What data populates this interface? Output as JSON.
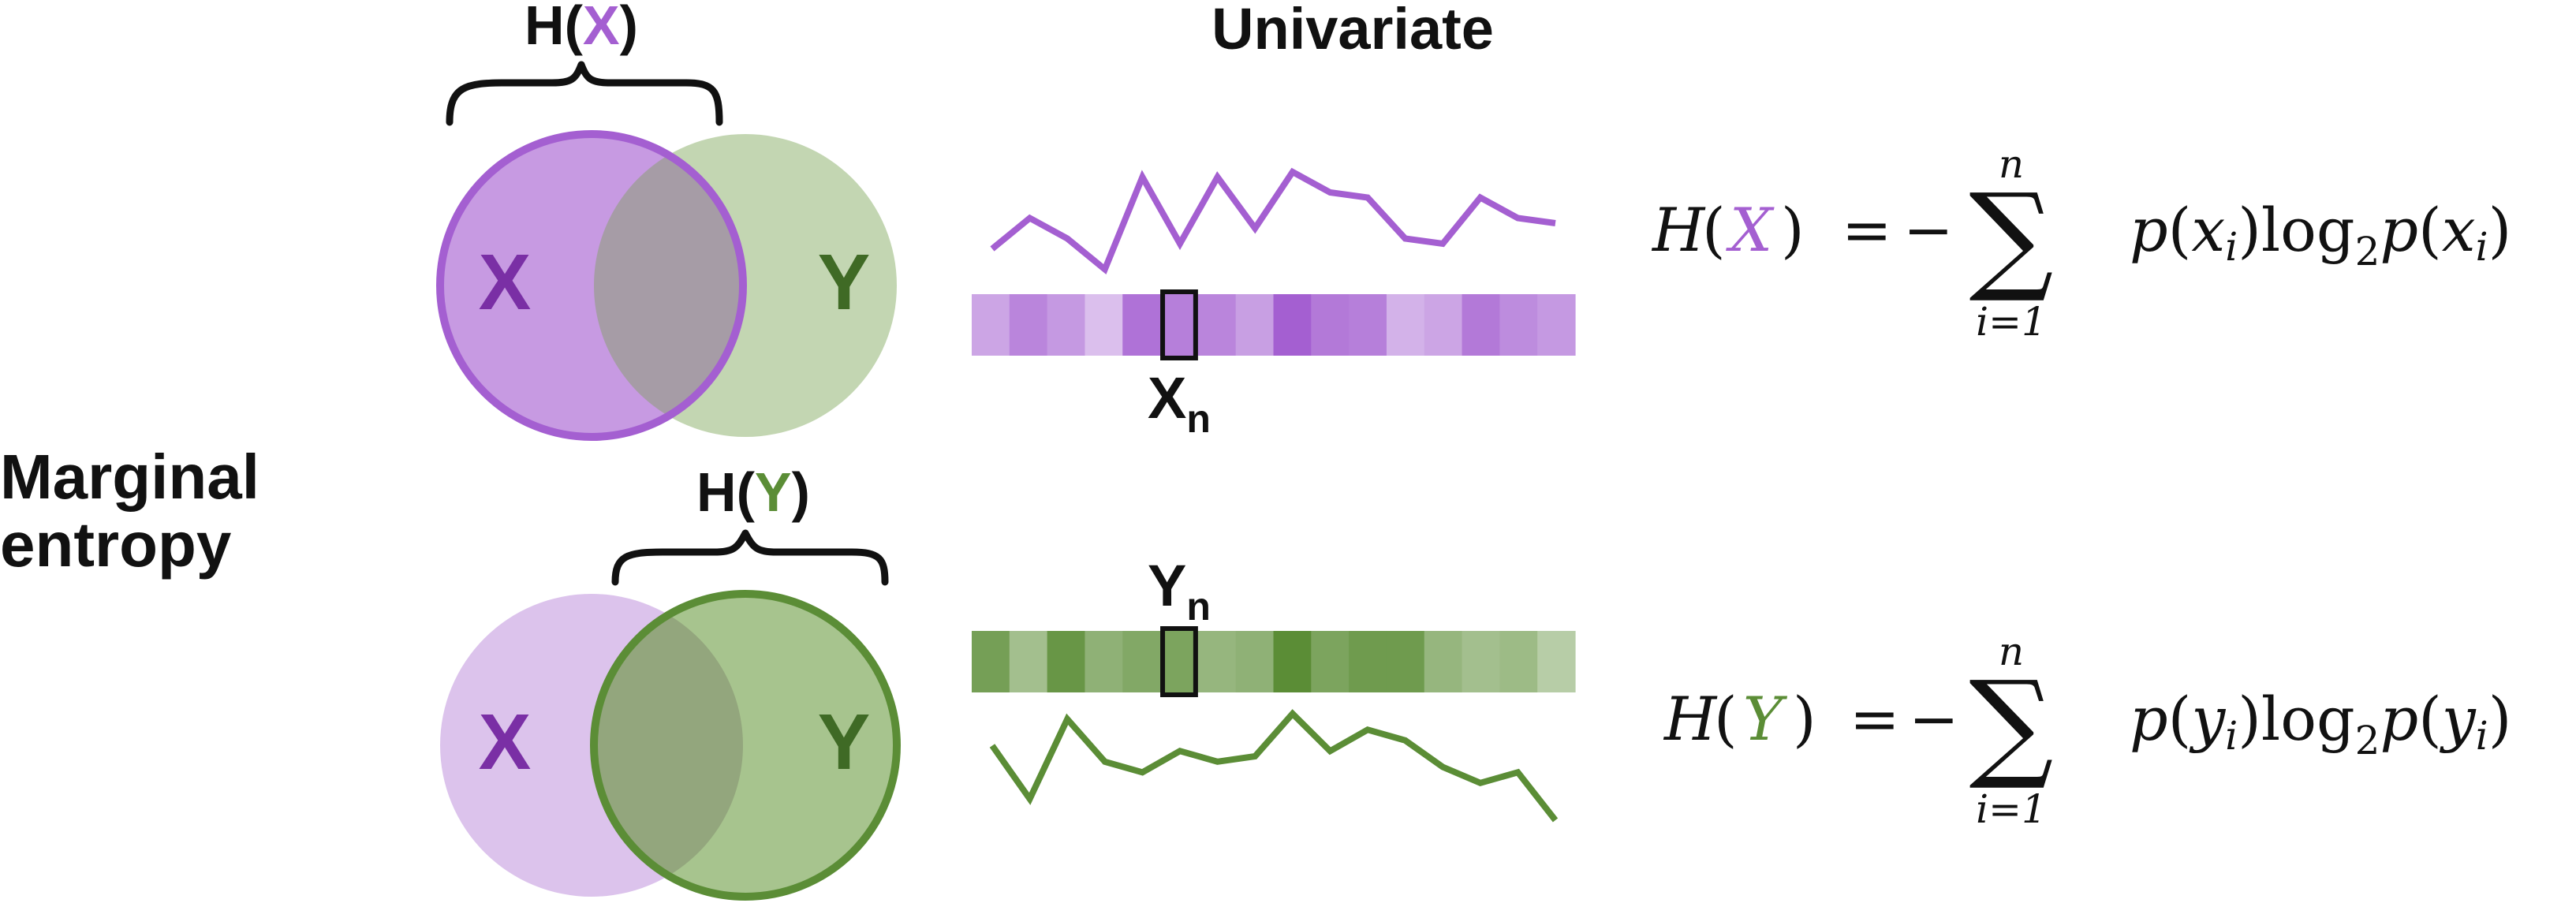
{
  "title": "Univariate",
  "side_label": {
    "line1": "Marginal",
    "line2": "entropy"
  },
  "colors": {
    "purple": "#a45fd1",
    "purple_dark": "#7a2fa5",
    "purple_fill": "#c79ae2",
    "purple_light": "#dcc3ec",
    "green": "#5b8d36",
    "green_dark": "#3f6a25",
    "green_fill": "#a7c48e",
    "green_light": "#c3d6b2",
    "overlap_top": "#a69ca6",
    "overlap_bottom": "#93a67d",
    "ink": "#111111"
  },
  "top": {
    "brace_label": {
      "prefix": "H(",
      "var": "X",
      "suffix": ")"
    },
    "venn_labels": {
      "left": "X",
      "right": "Y"
    },
    "sequence_label": {
      "base": "X",
      "sub": "n"
    },
    "series_values": [
      0.25,
      0.55,
      0.35,
      0.05,
      0.95,
      0.3,
      0.95,
      0.45,
      1.0,
      0.8,
      0.75,
      0.35,
      0.3,
      0.75,
      0.55,
      0.5
    ],
    "cell_intensities": [
      0.45,
      0.7,
      0.55,
      0.25,
      0.85,
      0.75,
      0.7,
      0.5,
      1.0,
      0.8,
      0.75,
      0.35,
      0.45,
      0.8,
      0.65,
      0.55
    ],
    "highlighted_cell": 5,
    "formula": {
      "lhs_fn": "H",
      "lhs_var": "X",
      "sum_top": "n",
      "sum_bottom": "i=1",
      "p": "p",
      "var_lower": "x",
      "log": "log",
      "log_base": "2"
    }
  },
  "bottom": {
    "brace_label": {
      "prefix": "H(",
      "var": "Y",
      "suffix": ")"
    },
    "venn_labels": {
      "left": "X",
      "right": "Y"
    },
    "sequence_label": {
      "base": "Y",
      "sub": "n"
    },
    "series_values": [
      0.7,
      0.2,
      0.95,
      0.55,
      0.45,
      0.65,
      0.55,
      0.6,
      1.0,
      0.65,
      0.85,
      0.75,
      0.5,
      0.35,
      0.45,
      0.0
    ],
    "cell_intensities": [
      0.8,
      0.45,
      0.9,
      0.6,
      0.7,
      0.75,
      0.55,
      0.6,
      1.0,
      0.75,
      0.85,
      0.85,
      0.55,
      0.45,
      0.5,
      0.3
    ],
    "highlighted_cell": 5,
    "formula": {
      "lhs_fn": "H",
      "lhs_var": "Y",
      "sum_top": "n",
      "sum_bottom": "i=1",
      "p": "p",
      "var_lower": "y",
      "log": "log",
      "log_base": "2"
    }
  }
}
